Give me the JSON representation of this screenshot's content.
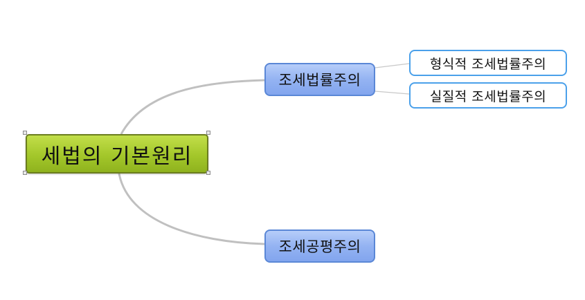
{
  "mindmap": {
    "root": {
      "label": "세법의 기본원리"
    },
    "branches": [
      {
        "label": "조세법률주의",
        "children": [
          {
            "label": "형식적 조세법률주의"
          },
          {
            "label": "실질적 조세법률주의"
          }
        ]
      },
      {
        "label": "조세공평주의",
        "children": []
      }
    ]
  },
  "colors": {
    "root_fill": "#a3c72a",
    "root_border": "#6b7d1e",
    "branch_fill": "#94b3f2",
    "branch_border": "#5a87d6",
    "leaf_border": "#4aa0ea",
    "connector": "#c0c0c0"
  }
}
